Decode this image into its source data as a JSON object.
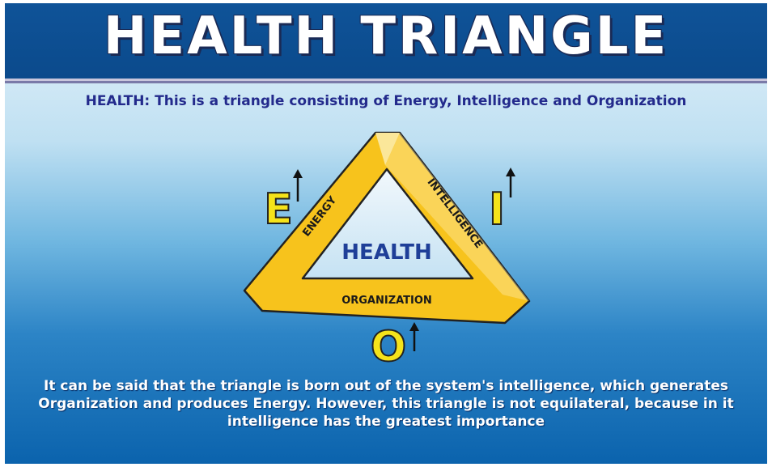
{
  "title": "HEALTH TRIANGLE",
  "subtitle": "HEALTH: This is a triangle consisting of Energy, Intelligence and Organization",
  "triangle": {
    "center_label": "HEALTH",
    "side_left": "ENERGY",
    "side_right": "INTELLIGENCE",
    "side_bottom": "ORGANIZATION"
  },
  "letters": {
    "energy": "E",
    "intelligence": "I",
    "organization": "O"
  },
  "icons": [
    "up-arrow-icon"
  ],
  "colors": {
    "banner": "#0b4a8c",
    "triangle_fill": "#f7c31c",
    "center_text": "#1f3f98",
    "subtitle_text": "#232a8c",
    "letter_fill": "#f5e31a"
  },
  "description": "It can be said that the triangle is born out of the system's intelligence, which generates Organization and produces Energy. However, this triangle is not equilateral, because in it intelligence has the greatest importance"
}
